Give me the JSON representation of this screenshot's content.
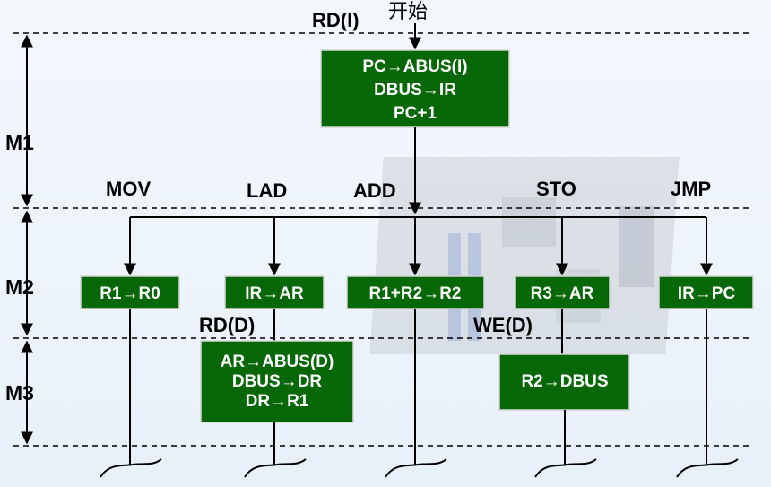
{
  "start_label": "开始",
  "phases": [
    {
      "id": "m1",
      "label": "M1"
    },
    {
      "id": "m2",
      "label": "M2"
    },
    {
      "id": "m3",
      "label": "M3"
    }
  ],
  "signals": {
    "rd_i": "RD(I)",
    "rd_d": "RD(D)",
    "we_d": "WE(D)"
  },
  "fetch_box": {
    "lines": [
      "PC→ABUS(I)",
      "DBUS→IR",
      "PC+1"
    ]
  },
  "instructions": [
    {
      "id": "mov",
      "name": "MOV",
      "m2": "R1→R0"
    },
    {
      "id": "lad",
      "name": "LAD",
      "m2": "IR→AR"
    },
    {
      "id": "add",
      "name": "ADD",
      "m2": "R1+R2→R2"
    },
    {
      "id": "sto",
      "name": "STO",
      "m2": "R3→AR"
    },
    {
      "id": "jmp",
      "name": "JMP",
      "m2": "IR→PC"
    }
  ],
  "m3_boxes": {
    "lad": {
      "lines": [
        "AR→ABUS(D)",
        "DBUS→DR",
        "DR→R1"
      ]
    },
    "sto": {
      "lines": [
        "R2→DBUS"
      ]
    }
  }
}
